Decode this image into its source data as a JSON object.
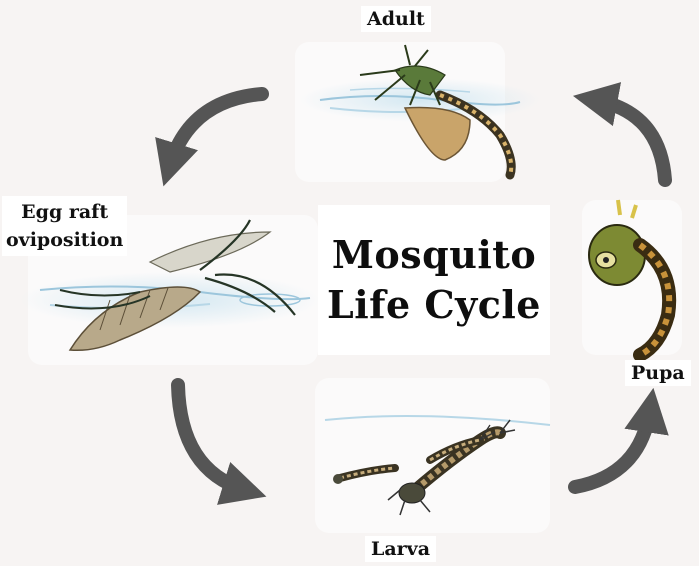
{
  "title": {
    "line1": "Mosquito",
    "line2": "Life Cycle"
  },
  "stages": {
    "adult": "Adult",
    "egg_raft_line1": "Egg raft",
    "egg_raft_line2": "oviposition",
    "pupa": "Pupa",
    "larva": "Larva"
  },
  "colors": {
    "background": "#f7f4f3",
    "arrow": "#555555",
    "water": "#a9cfe3",
    "insect_body": "#8a7a55",
    "insect_dark": "#2e3a2a",
    "pupa_green": "#6f7a2f"
  },
  "icons": [
    "cycle-arrow-icon",
    "adult-mosquito-icon",
    "egg-laying-mosquito-icon",
    "pupa-icon",
    "larva-icon"
  ]
}
